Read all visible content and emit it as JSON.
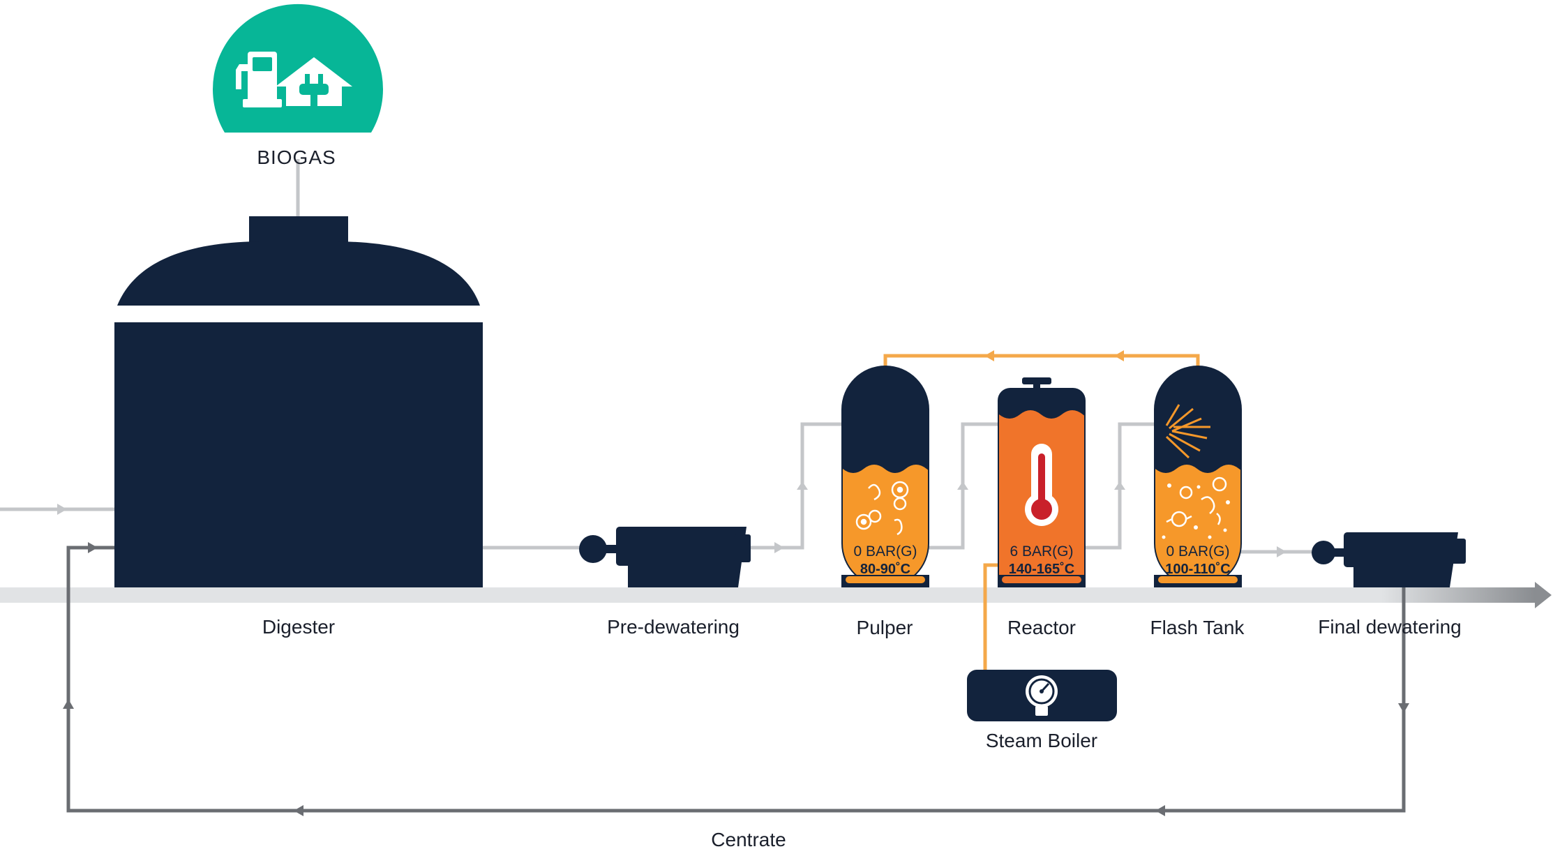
{
  "labels": {
    "biogas": "BIOGAS",
    "digester": "Digester",
    "pre_dewatering": "Pre-dewatering",
    "pulper": "Pulper",
    "reactor": "Reactor",
    "flash_tank": "Flash Tank",
    "final_dewatering": "Final dewatering",
    "steam_boiler": "Steam Boiler",
    "centrate": "Centrate"
  },
  "vessels": {
    "pulper": {
      "pressure": "0 BAR(G)",
      "temperature": "80-90˚C"
    },
    "reactor": {
      "pressure": "6 BAR(G)",
      "temperature": "140-165˚C"
    },
    "flash_tank": {
      "pressure": "0 BAR(G)",
      "temperature": "100-110˚C"
    }
  },
  "colors": {
    "navy": "#12233d",
    "teal": "#07b697",
    "orange": "#f6982a",
    "reactor_orange": "#f0742a",
    "light_pipe": "#c4c6c9",
    "dark_pipe": "#6a6d72",
    "steam_pipe": "#f4a84a",
    "ground": "#e1e3e5"
  },
  "icons": [
    "fuel-pump-icon",
    "house-plug-icon",
    "thermometer-icon",
    "pressure-gauge-icon",
    "bacteria-icon",
    "steam-burst-icon"
  ]
}
